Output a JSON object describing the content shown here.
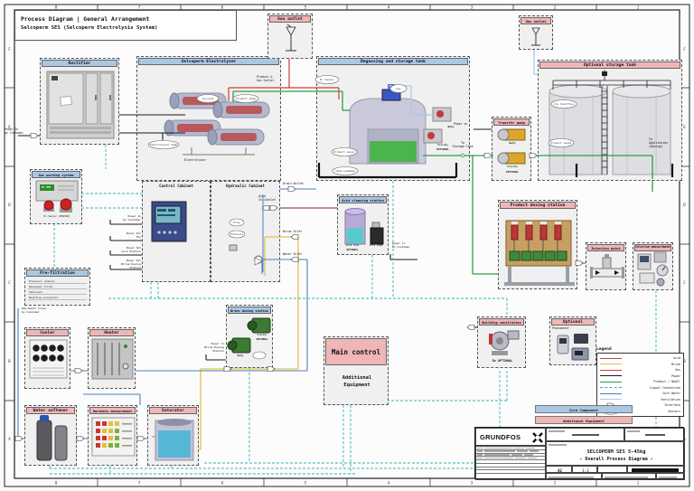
{
  "page": {
    "title1": "Process Diagram | General Arrangement",
    "title2": "Selcoperm SES (Selcoperm Electrolysis System)"
  },
  "frame": {
    "cols": [
      "8",
      "7",
      "6",
      "5",
      "4",
      "3",
      "2",
      "1"
    ],
    "rows": [
      "F",
      "E",
      "D",
      "C",
      "B",
      "A"
    ]
  },
  "colors": {
    "core_header": "#aac7e4",
    "additional_header": "#f0b5b5",
    "acid": "#9c4f4f",
    "brine": "#e3c14b",
    "gas": "#d23b31",
    "power": "#1a1a1a",
    "product_naocl": "#2f9e41",
    "signal": "#2fb5b5",
    "soft_water": "#4a7fc1",
    "ventilation": "#a9c9e6"
  },
  "boxes": {
    "rectifier": {
      "label": "Rectifier"
    },
    "electrolyser": {
      "label": "Selcoperm Electrolyser",
      "caption": "Electrolyser"
    },
    "gas_outlet_left": {
      "label": "Gas outlet"
    },
    "gas_outlet_right": {
      "label": "Gas outlet"
    },
    "degassing": {
      "label": "Degassing and storage tank",
      "duty": "Duty",
      "standby": "Standby",
      "optional": "OPTIONAL"
    },
    "optional_storage": {
      "label": "Optional storage tank"
    },
    "transfer_pump": {
      "label": "Transfer pump",
      "duty": "Duty",
      "standby": "Standby",
      "optional": "OPTIONAL"
    },
    "gas_warning": {
      "label": "Gas warning system",
      "sensor": "H₂-Sensor (MOS520)"
    },
    "pre_filtration": {
      "label": "Pre-filtration",
      "lines": [
        "Pressure reducer",
        "Backwash filter",
        "Optional:",
        "Backflow preventer"
      ]
    },
    "control_cabinet": {
      "label": "Control Cabinet"
    },
    "hydraulic_cabinet": {
      "label": "Hydraulic Cabinet"
    },
    "acid_station": {
      "label": "Acid cleaning station",
      "tank": "Acid Tank",
      "tank_note": "OPTIONAL",
      "pump": "Acid Pump"
    },
    "brine_dosing": {
      "label": "Brine dosing station",
      "duty": "Duty",
      "standby": "Standby",
      "optional": "OPTIONAL"
    },
    "main_control": {
      "label": "Main control",
      "line1": "Additional",
      "line2": "Equipment"
    },
    "cooler": {
      "label": "Cooler"
    },
    "heater": {
      "label": "Heater"
    },
    "water_softener": {
      "label": "Water softener"
    },
    "hardness": {
      "label": "Hardness measurement"
    },
    "saturator": {
      "label": "Saturator"
    },
    "building_vent": {
      "label": "Building ventilation",
      "note": "Ex OPTIONAL"
    },
    "photometer": {
      "label": "Optional",
      "sub": "Photometer"
    },
    "product_dosing": {
      "label": "Product dosing station"
    },
    "injection": {
      "label": "Injection point"
    },
    "chlorine": {
      "label": "Chlorine measurement"
    }
  },
  "ports": {
    "power_in_1": "Power In",
    "power_in_2": "by Customer",
    "product_gas_1": "Product &",
    "product_gas_2": "Gas Outlet",
    "to_storage_1": "To",
    "to_storage_2": "Storage Tank",
    "to_app_1": "To",
    "to_app_2": "Application",
    "to_app_3": "(Dosing)",
    "power_in_short": "Power in",
    "cc1a": "Power In",
    "cc1b": "by Customer",
    "cc2a": "Power Out",
    "cc2b": "Fan",
    "cc3a": "Power Out",
    "cc3b": "Acid Station",
    "cc4a": "Power Out",
    "cc4b": "Brine Dosing",
    "cc4c": "Station",
    "drain": "Drain Outlet",
    "acid1": "Acid",
    "acid2": "In-/Outlet",
    "brine_in": "Brine Inlet",
    "water_in": "Water Inlet",
    "brine_pw1": "Power in",
    "brine_pw2": "Brine Dosing",
    "brine_pw3": "Station",
    "acid_pw1": "Power in",
    "acid_pw2": "by Customer",
    "raw1": "Raw Water Inlet",
    "raw2": "by Customer"
  },
  "sensors": [
    {
      "label": "Current"
    },
    {
      "label": "Product temp"
    },
    {
      "label": "Electrolyser temp"
    },
    {
      "label": "H₂ Sensor"
    },
    {
      "label": "LS+"
    },
    {
      "label": "Product Level"
    },
    {
      "label": "Tank Leakage"
    },
    {
      "label": "LS+ Overflow"
    },
    {
      "label": "Product Level"
    },
    {
      "label": "Flow"
    },
    {
      "label": "Pressure"
    }
  ],
  "legend": {
    "title": "Legend",
    "items": [
      {
        "label": "Acid"
      },
      {
        "label": "Brine"
      },
      {
        "label": "Gas"
      },
      {
        "label": "Power"
      },
      {
        "label": "Product / NaOCl"
      },
      {
        "label": "Signal Connection"
      },
      {
        "label": "Soft Water"
      },
      {
        "label": "Ventilation"
      },
      {
        "label": "Interface"
      },
      {
        "label": "Sensors"
      }
    ]
  },
  "classification": {
    "core": "Core Component",
    "additional": "Additional Equipment"
  },
  "titleblock": {
    "brand": "GRUNDFOS",
    "title1": "SELCOPERM SES 5-45kg",
    "title2": "- Overall Process Diagram -",
    "paper": "A2",
    "scale": "1:1"
  }
}
